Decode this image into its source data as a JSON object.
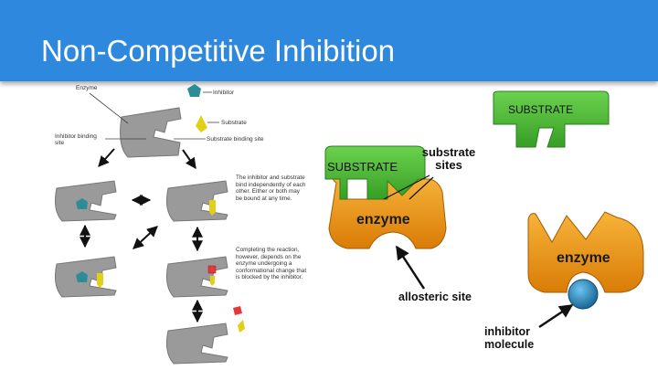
{
  "slide": {
    "title": "Non-Competitive Inhibition"
  },
  "left_diagram": {
    "enzyme_label": "Enzyme",
    "inhibitor_label": "Inhibitor",
    "substrate_label": "Substrate",
    "inhibitor_binding_site_label": "Inhibitor binding site",
    "substrate_binding_site_label": "Substrate binding site",
    "note_bind": "The inhibitor and substrate bind independently of each other. Either or both may be bound at any time.",
    "note_block": "Completing the reaction, however, depends on the enzyme undergoing a conformational change that is blocked by the inhibitor."
  },
  "right_diagram": {
    "substrate_top_label": "SUBSTRATE",
    "substrate_bound_label": "SUBSTRATE",
    "substrate_sites_label": "substrate sites",
    "enzyme_label_main": "enzyme",
    "enzyme_label_inhibited": "enzyme",
    "allosteric_site_label": "allosteric site",
    "inhibitor_molecule_label": "inhibitor molecule"
  },
  "colors": {
    "title_bar": "#2e88dd",
    "enzyme_orange": "#f39a0b",
    "substrate_green": "#4fbc3a",
    "inhibitor_blue": "#1f7fb0",
    "enzyme_gray": "#9a9a9a",
    "inhibitor_teal": "#2e8c96",
    "substrate_yellow": "#e2cf17"
  }
}
